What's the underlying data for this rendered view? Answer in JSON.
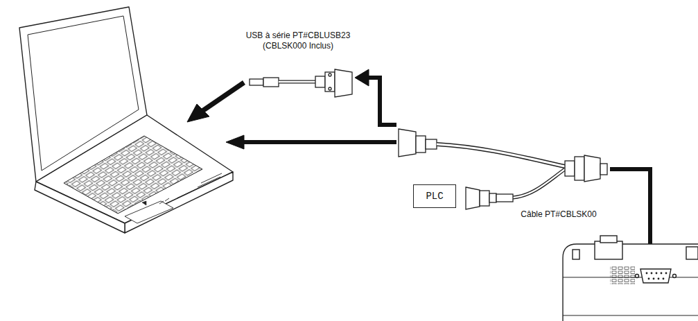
{
  "diagram": {
    "nodes": [
      {
        "text": [
          "PLC"
        ]
      }
    ],
    "labels": [
      "USB à série PT#CBLUSB23 (CBLSK000 Inclus)",
      "Câble PT#CBLSK00"
    ]
  }
}
